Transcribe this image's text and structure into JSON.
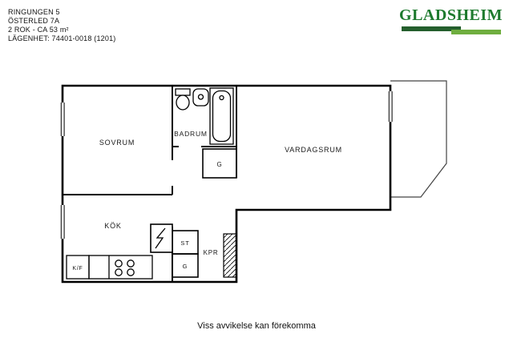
{
  "header": {
    "line1": "RINGUNGEN 5",
    "line2": "ÖSTERLED 7A",
    "line3": "2 ROK - CA 53 m²",
    "line4": "LÄGENHET: 74401-0018 (1201)"
  },
  "logo": {
    "text": "GLADSHEIM",
    "text_color": "#1e7a2e",
    "bar_dark_color": "#245f2d",
    "bar_light_color": "#6fae3f"
  },
  "plan": {
    "rooms": {
      "sovrum": "SOVRUM",
      "badrum": "BADRUM",
      "vardagsrum": "VARDAGSRUM",
      "kok": "KÖK",
      "kpr": "KPR"
    },
    "fixtures": {
      "garderob_hall": "G",
      "stad": "ST",
      "garderob_entre": "G",
      "kyl_frys": "K/F"
    },
    "icons": [
      "toilet-icon",
      "sink-icon",
      "bathtub-icon",
      "stove-icon",
      "lightning-icon",
      "window",
      "balcony",
      "entrance-hatch"
    ],
    "line_color": "#000000"
  },
  "footer": {
    "disclaimer": "Viss avvikelse kan förekomma"
  }
}
